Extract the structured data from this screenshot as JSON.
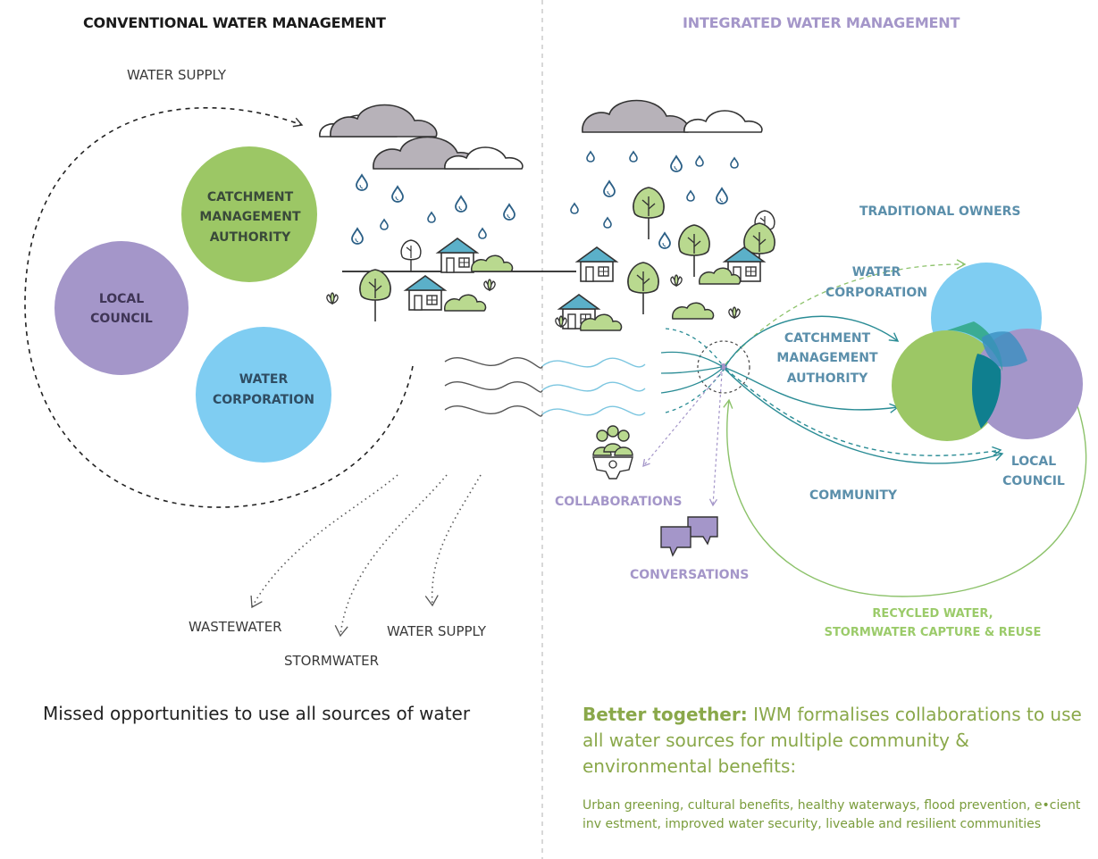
{
  "colors": {
    "purple": "#a496c9",
    "green": "#9cc765",
    "blue": "#7fcdf2",
    "teal": "#2a8c95",
    "steelblue": "#5b8fab",
    "lightgreen": "#9bcb6a",
    "gray": "#b7b2b9",
    "dark": "#2e2e2e"
  },
  "left": {
    "title": "CONVENTIONAL WATER MANAGEMENT",
    "water_supply_top": "WATER SUPPLY",
    "circles": {
      "catchment": [
        "CATCHMENT",
        "MANAGEMENT",
        "AUTHORITY"
      ],
      "council": [
        "LOCAL",
        "COUNCIL"
      ],
      "water_corp": [
        "WATER",
        "CORPORATION"
      ]
    },
    "outputs": {
      "wastewater": "WASTEWATER",
      "stormwater": "STORMWATER",
      "water_supply": "WATER SUPPLY"
    },
    "caption": "Missed opportunities to use all sources of water"
  },
  "right": {
    "title": "INTEGRATED WATER MANAGEMENT",
    "traditional_owners": "TRADITIONAL OWNERS",
    "water_corporation": [
      "WATER",
      "CORPORATION"
    ],
    "catchment": [
      "CATCHMENT",
      "MANAGEMENT",
      "AUTHORITY"
    ],
    "local_council": [
      "LOCAL",
      "COUNCIL"
    ],
    "community": "COMMUNITY",
    "collaborations": "COLLABORATIONS",
    "conversations": "CONVERSATIONS",
    "recycled": [
      "RECYCLED WATER,",
      "STORMWATER CAPTURE & REUSE"
    ],
    "caption_bold": "Better together:",
    "caption_rest": " IWM formalises collaborations to use all water sources for multiple community & environmental benefits:",
    "benefits": "Urban greening, cultural benefits, healthy waterways, flood prevention, e•cient inv  estment, improved water security, liveable and resilient communities"
  }
}
